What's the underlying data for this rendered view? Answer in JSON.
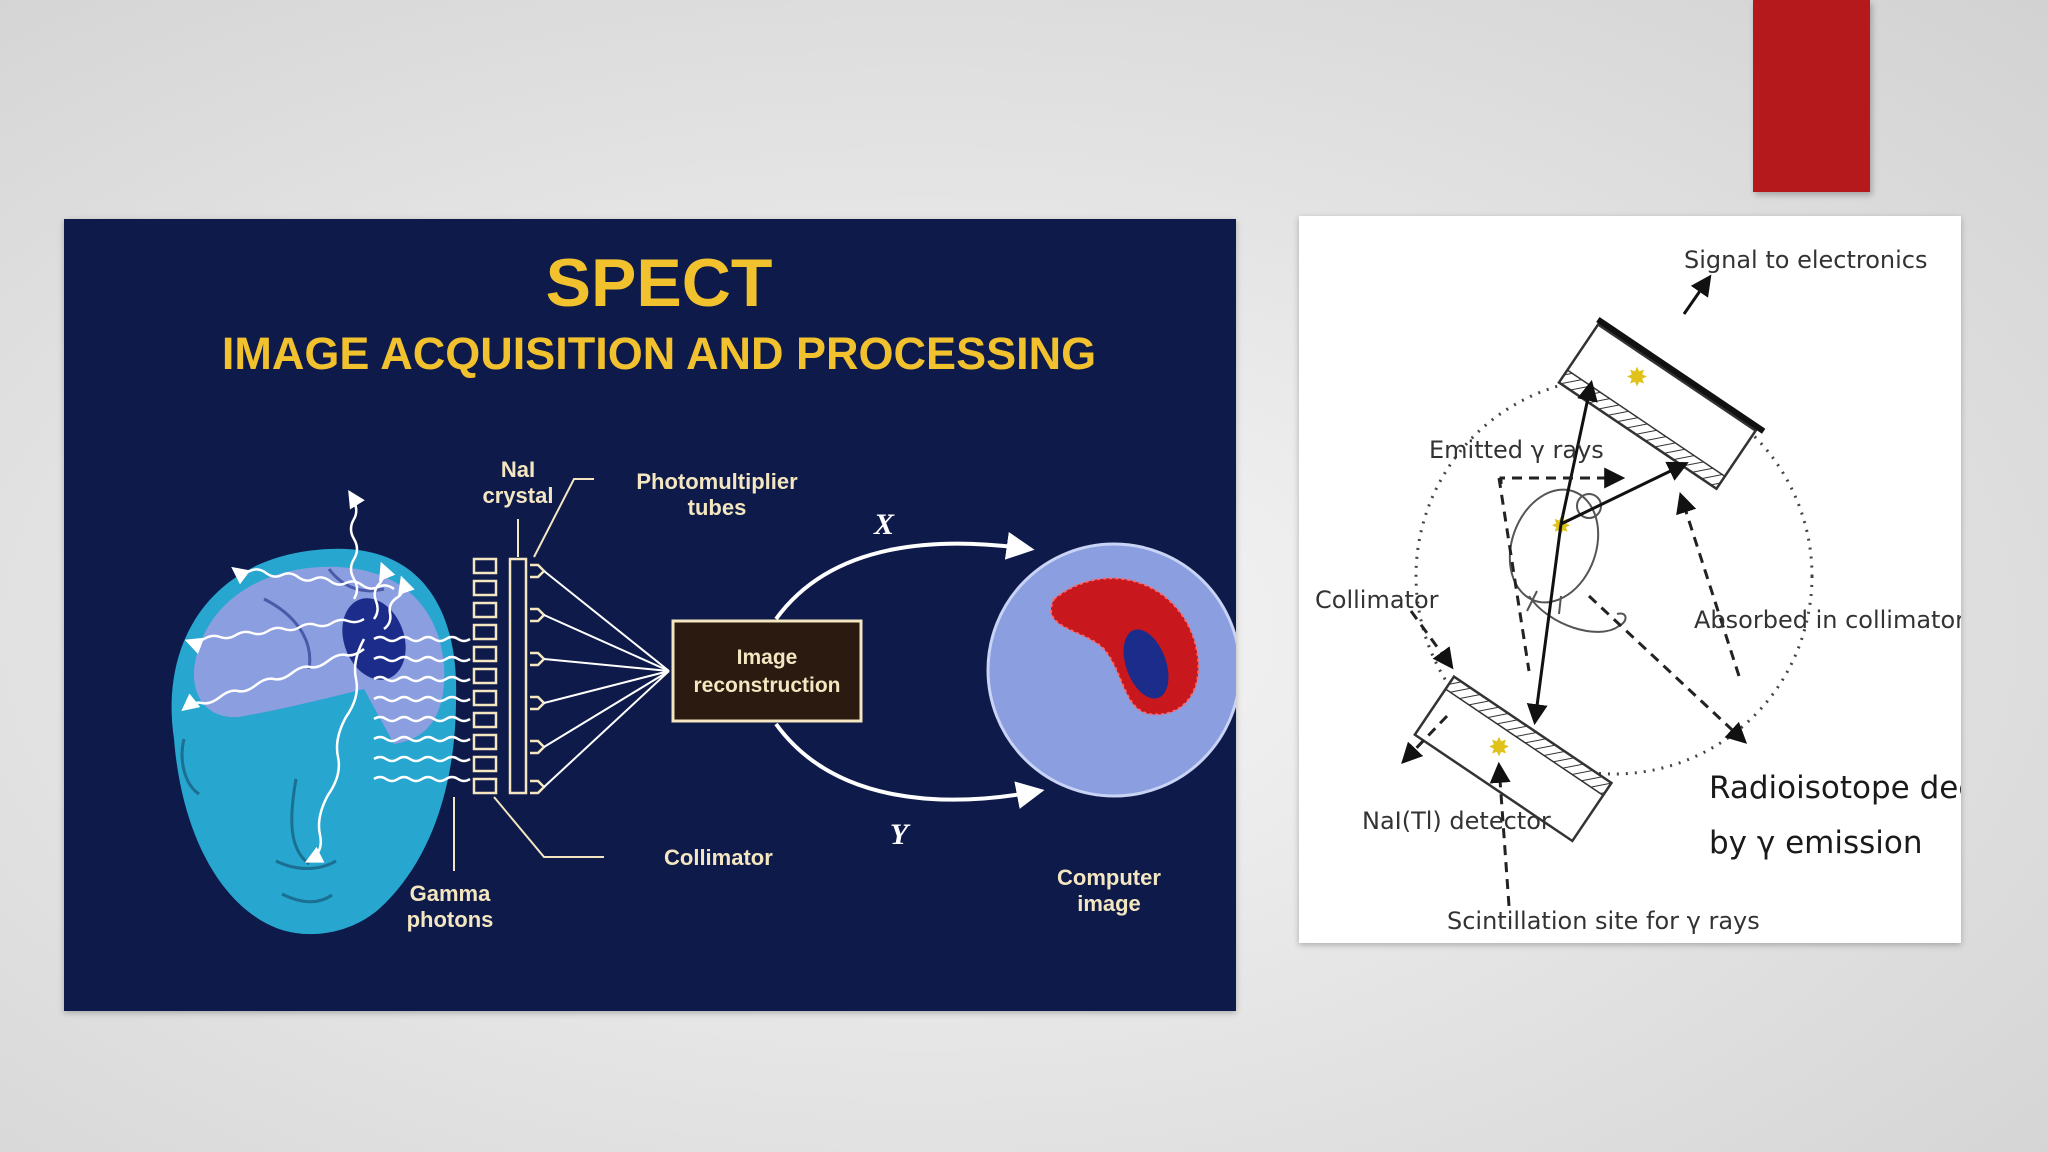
{
  "slide": {
    "accent_color": "#b5191b",
    "background_color": "#e6e6e6"
  },
  "spect_diagram": {
    "title": "SPECT",
    "subtitle": "IMAGE ACQUISITION AND PROCESSING",
    "labels": {
      "nai_crystal_line1": "NaI",
      "nai_crystal_line2": "crystal",
      "pmt_line1": "Photomultiplier",
      "pmt_line2": "tubes",
      "axis_x": "X",
      "axis_y": "Y",
      "reconstruction_line1": "Image",
      "reconstruction_line2": "reconstruction",
      "collimator": "Collimator",
      "gamma_line1": "Gamma",
      "gamma_line2": "photons",
      "computer_line1": "Computer",
      "computer_line2": "image"
    },
    "colors": {
      "background": "#0e1a4a",
      "title": "#f2c12e",
      "head": "#27a6cf",
      "brain": "#8a9ee0",
      "hotspot": "#c8181e"
    }
  },
  "detector_diagram": {
    "labels": {
      "signal": "Signal to electronics",
      "emitted": "Emitted γ rays",
      "collimator": "Collimator",
      "absorbed": "Absorbed in collimator",
      "decay_line1": "Radioisotope decay",
      "decay_line2": "by γ emission",
      "detector": "NaI(Tl) detector",
      "scintillation": "Scintillation site for γ rays"
    }
  }
}
